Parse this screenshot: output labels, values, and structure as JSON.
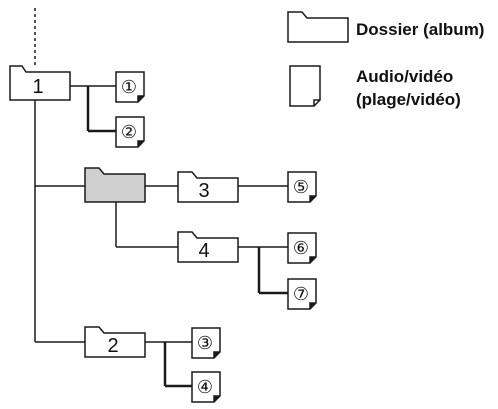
{
  "legend": {
    "folder_label": "Dossier (album)",
    "file_label_line1": "Audio/vidéo",
    "file_label_line2": "(plage/vidéo)"
  },
  "folders": {
    "f1": "1",
    "f_selected": "",
    "f3": "3",
    "f4": "4",
    "f2": "2"
  },
  "tracks": {
    "t1": "①",
    "t2": "②",
    "t3": "③",
    "t4": "④",
    "t5": "⑤",
    "t6": "⑥",
    "t7": "⑦"
  },
  "colors": {
    "line": "#1a1a1a",
    "selected_folder_fill": "#cfcfcf",
    "folder_fill": "#ffffff"
  }
}
